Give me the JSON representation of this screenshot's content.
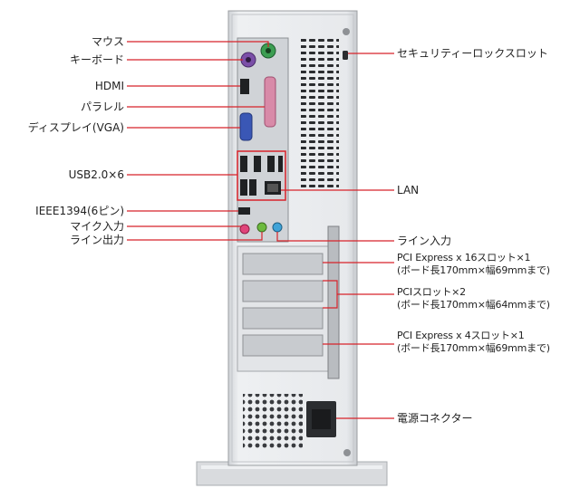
{
  "callouts": {
    "mouse": "マウス",
    "keyboard": "キーボード",
    "hdmi": "HDMI",
    "parallel": "パラレル",
    "vga": "ディスプレイ(VGA)",
    "usb": "USB2.0×6",
    "ieee1394": "IEEE1394(6ピン)",
    "mic": "マイク入力",
    "line_out": "ライン出力",
    "security": "セキュリティーロックスロット",
    "lan": "LAN",
    "line_in": "ライン入力",
    "pcie16": "PCI Express  x 16スロット×1",
    "pcie16_note": "(ボード長170mm×幅69mmまで)",
    "pci": "PCIスロット×2",
    "pci_note": "(ボード長170mm×幅64mmまで)",
    "pcie4": "PCI Express  x 4スロット×1",
    "pcie4_note": "(ボード長170mm×幅69mmまで)",
    "power": "電源コネクター"
  },
  "colors": {
    "callout_line": "#d8232a",
    "case_body": "#e6e8eb",
    "panel": "#d3d6da",
    "vent": "#2b2d30",
    "ps2_purple": "#7b4fa8",
    "ps2_green": "#3c9e52",
    "parallel_pink": "#d88aa8",
    "vga_blue": "#3a57b5",
    "mic_pink": "#e0447a",
    "line_out_green": "#6cba3e",
    "line_in_blue": "#3fa3d8"
  }
}
